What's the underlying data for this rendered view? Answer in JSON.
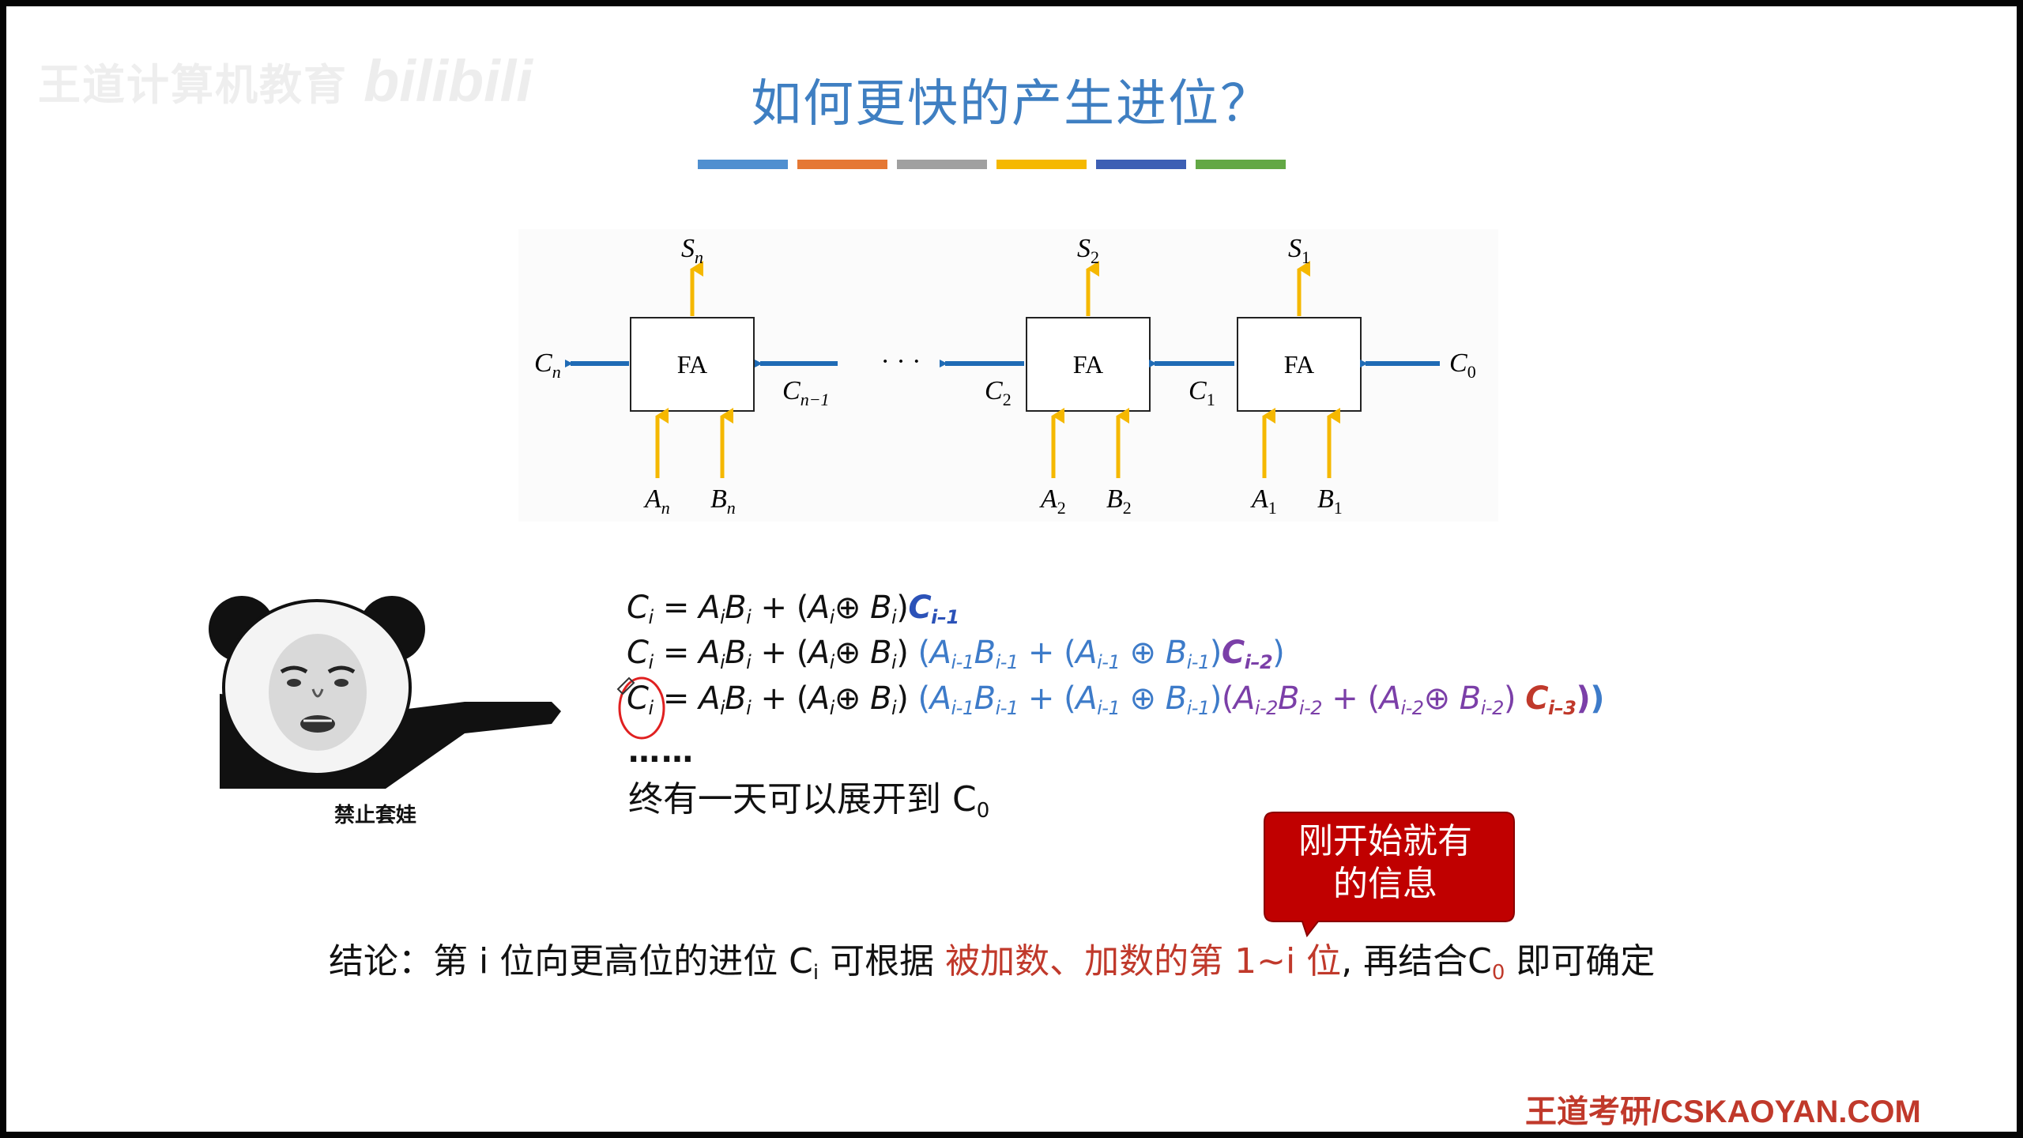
{
  "watermark": {
    "text": "王道计算机教育",
    "logo": "bilibili"
  },
  "title": "如何更快的产生进位？",
  "color_bar": [
    "#4f8fd0",
    "#e57834",
    "#a0a0a0",
    "#f5b800",
    "#3d5fb4",
    "#63a845"
  ],
  "circuit": {
    "fa_label": "FA",
    "ellipsis": "· · ·",
    "carry_labels": {
      "cn": "C",
      "cn_sub": "n",
      "cn1": "C",
      "cn1_sub": "n−1",
      "c2": "C",
      "c2_sub": "2",
      "c1": "C",
      "c1_sub": "1",
      "c0": "C",
      "c0_sub": "0"
    },
    "sum_labels": {
      "sn": "S",
      "sn_sub": "n",
      "s2": "S",
      "s2_sub": "2",
      "s1": "S",
      "s1_sub": "1"
    },
    "input_labels": {
      "an": "A",
      "an_sub": "n",
      "bn": "B",
      "bn_sub": "n",
      "a2": "A",
      "a2_sub": "2",
      "b2": "B",
      "b2_sub": "2",
      "a1": "A",
      "a1_sub": "1",
      "b1": "B",
      "b1_sub": "1"
    },
    "colors": {
      "carry_arrow": "#1f6bb5",
      "io_arrow": "#f5b800"
    }
  },
  "equations": {
    "ops": {
      "eq": " = ",
      "plus": " + ",
      "xor": "⊕",
      "open": "(",
      "close": ")"
    },
    "sym": {
      "C": "C",
      "A": "A",
      "B": "B"
    },
    "sub": {
      "i": "i",
      "im1": "i-1",
      "im1b": "i–1",
      "im2": "i-2",
      "im2b": "i–2",
      "im3b": "i–3"
    },
    "dots": "……",
    "final_text": "终有一天可以展开到 C",
    "final_sub": "0"
  },
  "meme": {
    "caption": "禁止套娃"
  },
  "callout": {
    "line1": "刚开始就有",
    "line2": "的信息",
    "color": "#c00000"
  },
  "conclusion": {
    "prefix": "结论：第 i 位向更高位的进位 C",
    "prefix_sub": "i",
    "middle": " 可根据 ",
    "highlight": "被加数、加数的第 1~i 位",
    "suffix1": ", 再结合C",
    "suffix_sub": "0",
    "suffix2": " 即可确定"
  },
  "footer": "王道考研/CSKAOYAN.COM"
}
